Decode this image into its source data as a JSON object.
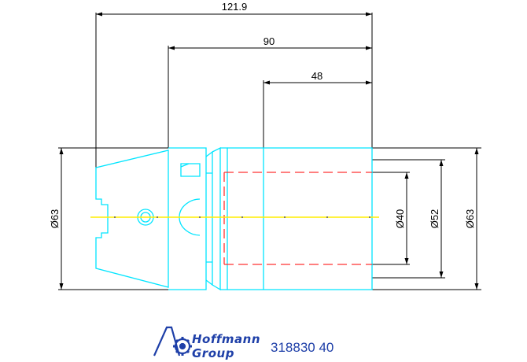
{
  "dimensions": {
    "overall_length": "121.9",
    "flange_to_end": "90",
    "shank_length": "48",
    "bore_diameter": "Ø40",
    "shank_diameter": "Ø52",
    "left_diameter": "Ø63",
    "right_diameter": "Ø63"
  },
  "logo": {
    "line1": "Hoffmann",
    "line2": "Group"
  },
  "part_number": "318830 40",
  "colors": {
    "outline": "#00e5ff",
    "dimension": "#000000",
    "hidden_line": "#ff3333",
    "center_line": "#ffee00",
    "brand": "#1e3fa8"
  }
}
